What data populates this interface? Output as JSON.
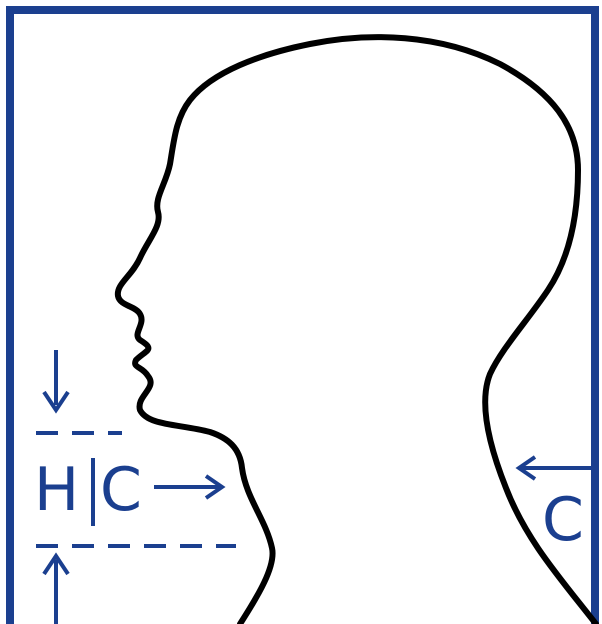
{
  "colors": {
    "frame": "#1b3f8f",
    "outline": "#000000",
    "background": "#ffffff"
  },
  "labels": {
    "left_h": "H",
    "left_c": "C",
    "right_c": "C"
  }
}
